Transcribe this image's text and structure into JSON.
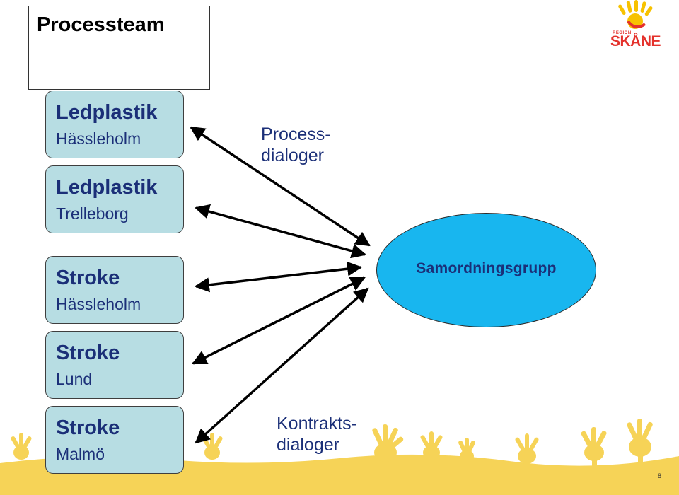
{
  "title": "Processteam",
  "units": [
    {
      "title": "Ledplastik",
      "subtitle": "Hässleholm"
    },
    {
      "title": "Ledplastik",
      "subtitle": "Trelleborg"
    },
    {
      "title": "Stroke",
      "subtitle": "Hässleholm"
    },
    {
      "title": "Stroke",
      "subtitle": "Lund"
    },
    {
      "title": "Stroke",
      "subtitle": "Malmö"
    }
  ],
  "hub": "Samordningsgrupp",
  "labels": {
    "process": [
      "Process-",
      "dialoger"
    ],
    "contract": [
      "Kontrakts-",
      "dialoger"
    ]
  },
  "logo": {
    "small": "REGION",
    "big": "SKÅNE"
  },
  "page_number": "8",
  "colors": {
    "unit_fill": "#b7dde3",
    "hub_fill": "#18b6ef",
    "text": "#1b2f78",
    "background_art": "#f6d357",
    "logo_red": "#e4312b",
    "logo_yellow": "#f7c200"
  }
}
